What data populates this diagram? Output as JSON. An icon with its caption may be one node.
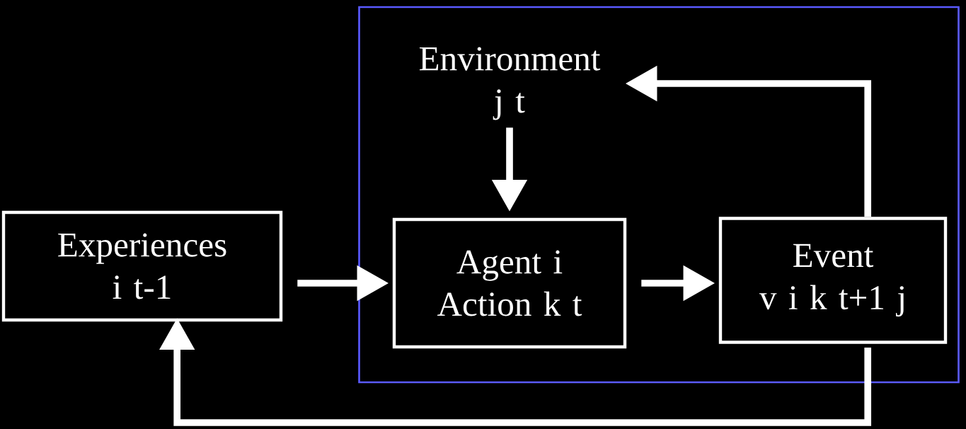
{
  "diagram": {
    "nodes": [
      {
        "text": [
          "Experiences i t-1"
        ]
      },
      {
        "text": [],
        "shape": "box"
      },
      {
        "text": [
          "Environment j t"
        ],
        "in": 1
      },
      {
        "text": [
          "Agent i",
          "Action k t"
        ],
        "in": 1
      },
      {
        "text": [
          "Event",
          "v i k t+1 j"
        ],
        "in": 1
      }
    ],
    "edges": [
      {
        "from": 0,
        "to": 3,
        "arrow": "to"
      },
      {
        "from": 2,
        "to": 3,
        "arrow": "to"
      },
      {
        "from": 3,
        "to": 4,
        "arrow": "to"
      },
      {
        "from": 4,
        "to": 2,
        "arrow": "to"
      },
      {
        "from": 4,
        "to": 0,
        "arrow": "to"
      }
    ]
  }
}
